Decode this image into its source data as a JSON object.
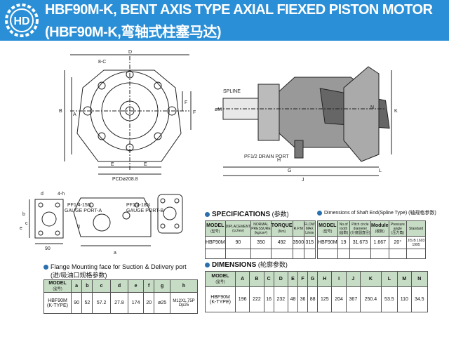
{
  "header": {
    "title_line1": "HBF90M-K, BENT AXIS TYPE AXIAL FIEXED PISTON MOTOR",
    "title_line2": "(HBF90M-K,弯轴式柱塞马达)"
  },
  "drawing_labels": {
    "front": [
      "8-C",
      "D",
      "B",
      "A",
      "F",
      "F",
      "E",
      "E",
      "PCDø208.8"
    ],
    "side": [
      "SPLINE",
      "øM",
      "G",
      "J",
      "L",
      "H",
      "N",
      "K",
      "PF1/2 DRAIN PORT"
    ],
    "flange": [
      "d",
      "4-h",
      "PF1/4-15N",
      "GAUGE PORT-A",
      "PF1/4-18N",
      "GAUGE PORT-B",
      "a",
      "b",
      "c",
      "e",
      "g",
      "90"
    ]
  },
  "flange_table": {
    "title": "Flange Mounting face for Suction & Delivery port",
    "title_cn": "(进/吸油口规格参数)",
    "headers": [
      "MODEL",
      "a",
      "b",
      "c",
      "d",
      "e",
      "f",
      "g",
      "h"
    ],
    "model_cn": "(型号)",
    "rows": [
      {
        "model": "HBF90M",
        "model_sub": "(K-TYPE)",
        "cells": [
          "90",
          "52",
          "57.2",
          "27.8",
          "174",
          "20",
          "ø25",
          "M12X1.75P Dp25"
        ]
      }
    ]
  },
  "spec_table": {
    "title": "SPECIFICATIONS",
    "title_cn": "(参数)",
    "headers": [
      {
        "main": "MODEL",
        "sub": "(型号)"
      },
      {
        "main": "DIPLACEMENT",
        "sub": "(cc/rev)"
      },
      {
        "main": "NORMAL PRESSURE",
        "sub": "(kg/cm²)"
      },
      {
        "main": "TORQUE",
        "sub": "(Nm)"
      },
      {
        "main": "R.P.M",
        "sub": ""
      },
      {
        "main": "FLOW MAX",
        "sub": "L/min"
      }
    ],
    "rows": [
      {
        "cells": [
          "HBF90M",
          "90",
          "350",
          "492",
          "3500",
          "315"
        ]
      }
    ]
  },
  "shaft_table": {
    "title": "Dimensions of Shaft End(Spline Type)",
    "title_cn": "(轴规格参数)",
    "headers": [
      {
        "main": "MODEL",
        "sub": "(型号)"
      },
      {
        "main": "No.of tooth",
        "sub": "(齿数)"
      },
      {
        "main": "Pitch circle diameter",
        "sub": "(分度圆直径)"
      },
      {
        "main": "Module",
        "sub": "(模数)"
      },
      {
        "main": "Pressure angle",
        "sub": "(压力角)"
      },
      {
        "main": "Standard",
        "sub": ""
      }
    ],
    "rows": [
      {
        "cells": [
          "HBF90M",
          "19",
          "31.673",
          "1.667",
          "20°",
          "JIS B 1603 1995"
        ]
      }
    ]
  },
  "dim_table": {
    "title": "DIMENSIONS",
    "title_cn": "(轮廓参数)",
    "headers": [
      "A",
      "B",
      "C",
      "D",
      "E",
      "F",
      "G",
      "H",
      "I",
      "J",
      "K",
      "L",
      "M",
      "N"
    ],
    "model_header": "MODEL",
    "model_header_cn": "(型号)",
    "rows": [
      {
        "model": "HBF90M",
        "model_sub": "(K-TYPE)",
        "cells": [
          "196",
          "222",
          "16",
          "232",
          "48",
          "36",
          "88",
          "125",
          "204",
          "367",
          "250.4",
          "53.5",
          "110",
          "34.5"
        ]
      }
    ]
  },
  "colors": {
    "header_bg": "#2a8fd6",
    "table_header": "#c7dcc5",
    "bullet": "#2a6fb0"
  }
}
